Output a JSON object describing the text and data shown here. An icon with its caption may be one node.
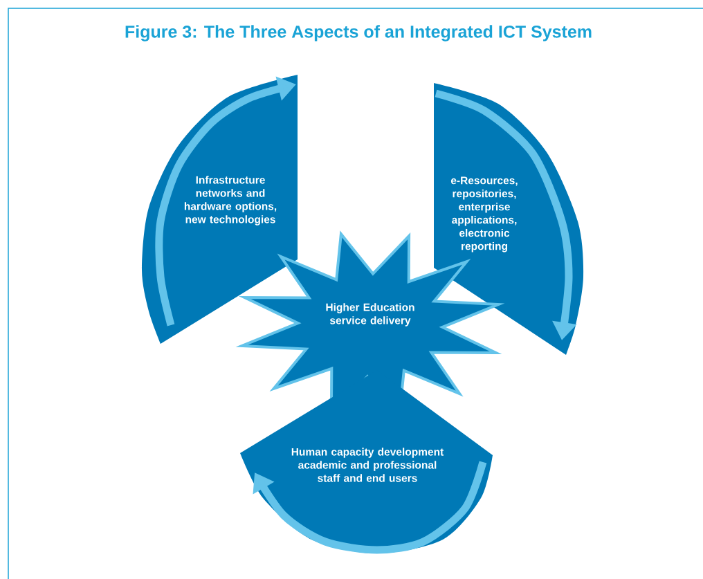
{
  "diagram": {
    "title": "Figure 3: The Three Aspects of an Integrated ICT System",
    "nodes": [
      {
        "text": [
          "Infrastructure networks and hardware options, new technologies"
        ]
      },
      {
        "text": [
          "e-Resources, repositories, enterprise applications, electronic reporting"
        ]
      },
      {
        "text": [
          "Higher Education service delivery"
        ]
      },
      {
        "text": [
          "Human capacity development academic and professional staff and end users"
        ]
      }
    ]
  }
}
